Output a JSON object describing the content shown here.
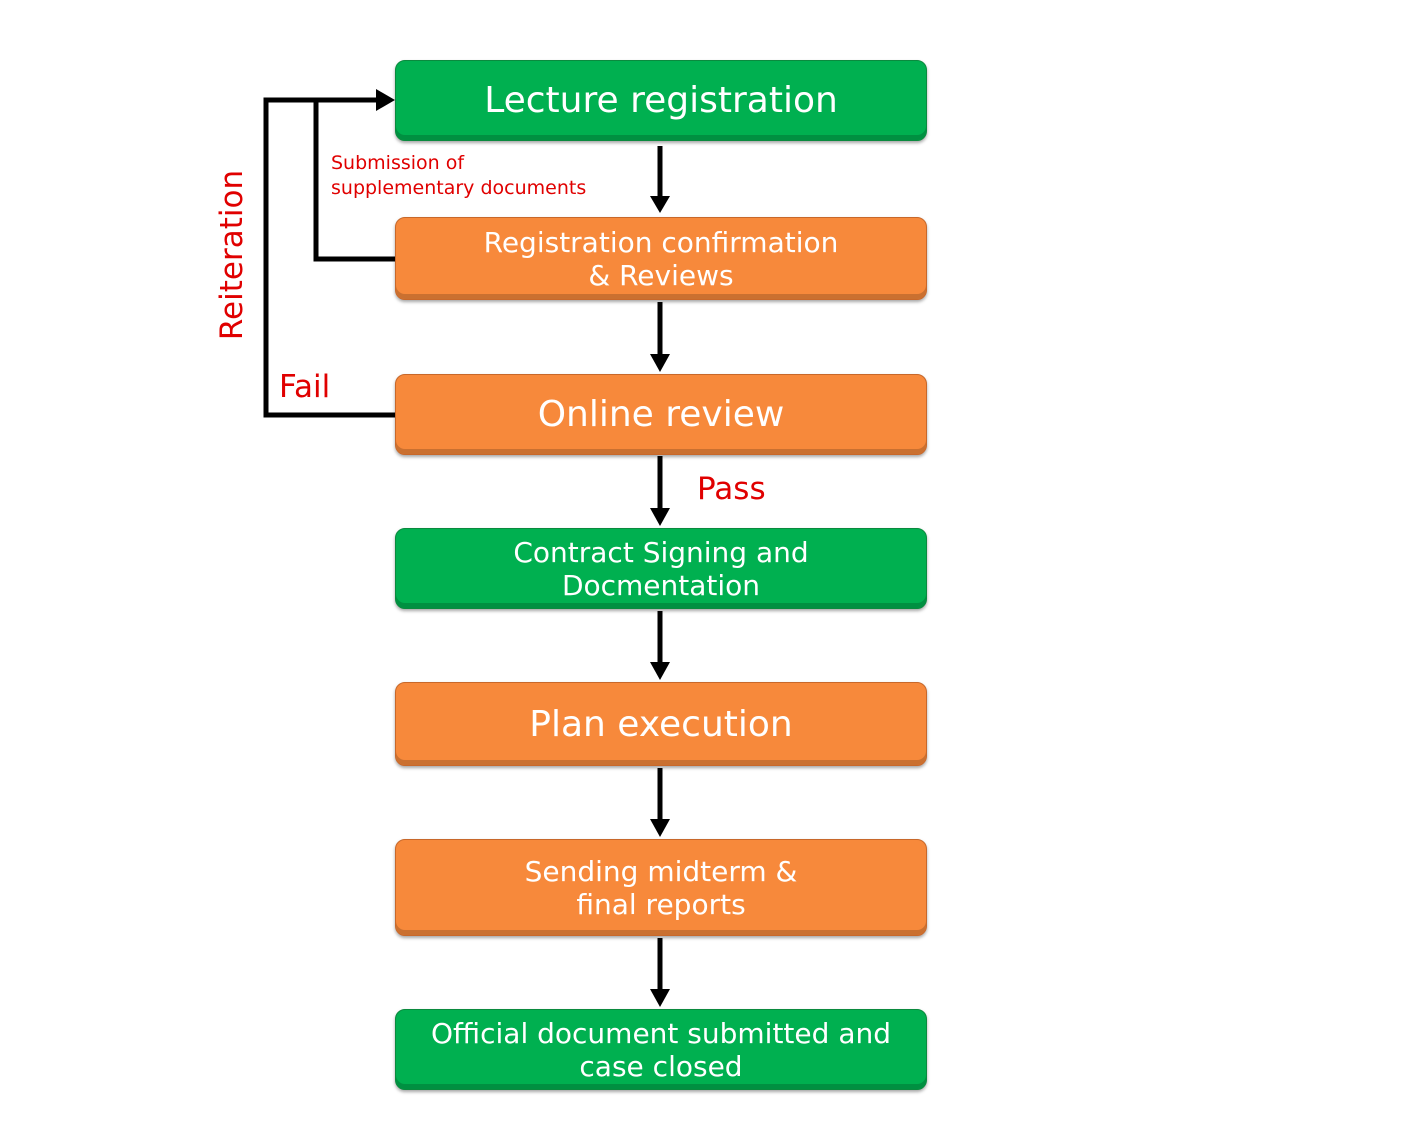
{
  "steps": {
    "lecture_registration": "Lecture registration",
    "registration_confirmation": [
      "Registration confirmation",
      "& Reviews"
    ],
    "online_review": "Online review",
    "contract_signing": [
      "Contract Signing and",
      "Docmentation"
    ],
    "plan_execution": "Plan execution",
    "sending_reports": [
      "Sending midterm &",
      "final reports"
    ],
    "case_closed": [
      "Official document submitted and",
      "case closed"
    ]
  },
  "labels": {
    "submission": [
      "Submission of",
      "supplementary documents"
    ],
    "reiteration": "Reiteration",
    "fail": "Fail",
    "pass": "Pass"
  },
  "colors": {
    "green": "#00b050",
    "orange": "#f7893b",
    "label_red": "#e00000",
    "arrow": "#000000"
  }
}
